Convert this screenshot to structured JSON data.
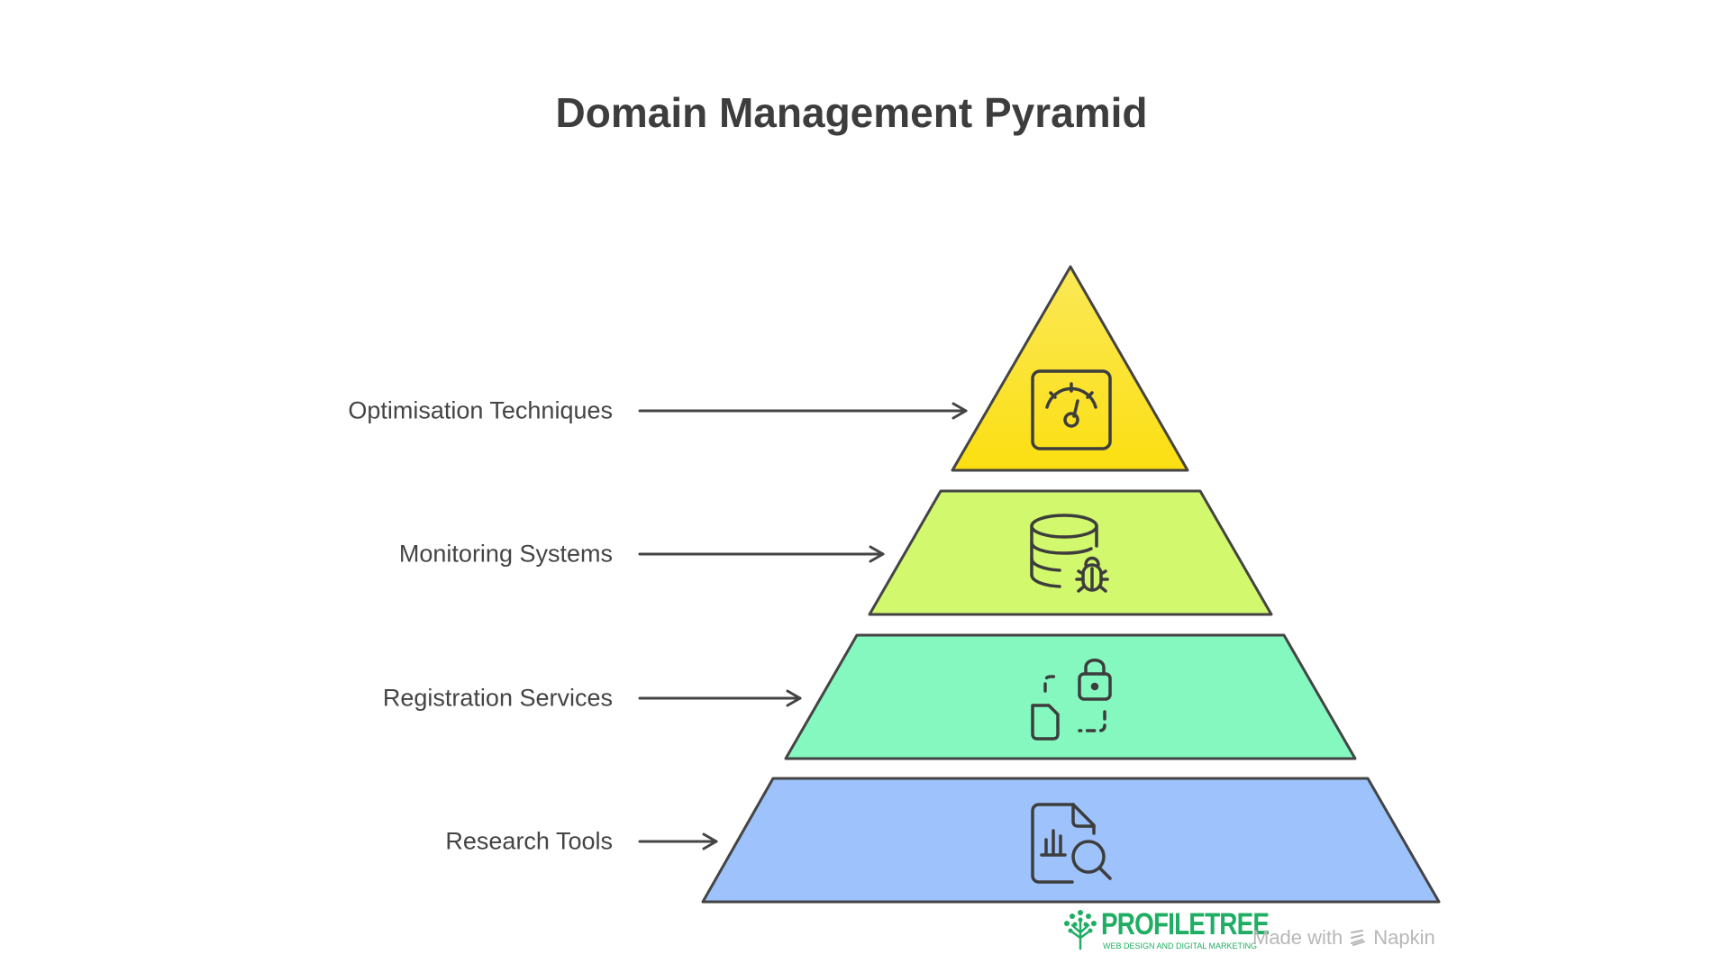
{
  "title": "Domain Management Pyramid",
  "levels": [
    {
      "label": "Optimisation Techniques",
      "icon": "speedometer-icon",
      "color": "#fbe21e"
    },
    {
      "label": "Monitoring Systems",
      "icon": "database-bug-icon",
      "color": "#d2f86e"
    },
    {
      "label": "Registration Services",
      "icon": "file-transfer-lock-icon",
      "color": "#85f8bf"
    },
    {
      "label": "Research Tools",
      "icon": "document-search-chart-icon",
      "color": "#9ec2fb"
    }
  ],
  "watermark": {
    "brand": "PROFILETREE",
    "tagline": "WEB DESIGN AND DIGITAL MARKETING",
    "made_with": "Made with",
    "tool": "Napkin"
  }
}
